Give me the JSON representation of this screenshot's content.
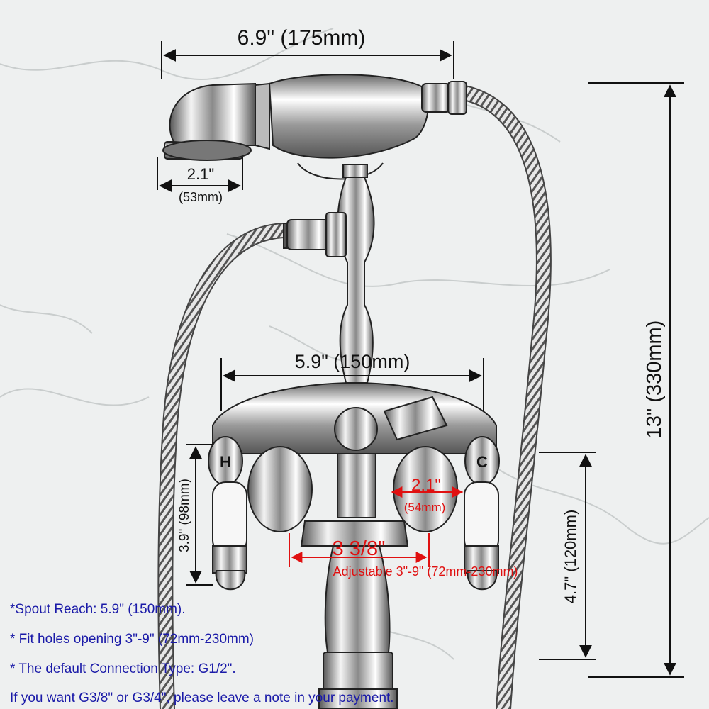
{
  "dimensions": {
    "handset_width": "6.9\" (175mm)",
    "head_diameter_in": "2.1\"",
    "head_diameter_mm": "(53mm)",
    "body_width": "5.9\" (150mm)",
    "total_height": "13\" (330mm)",
    "handle_height": "3.9\" (98mm)",
    "spout_height": "4.7\" (120mm)"
  },
  "highlight": {
    "diameter_in": "2.1\"",
    "diameter_mm": "(54mm)",
    "center_spacing": "3 3/8\"",
    "adjustable": "Adjustable 3\"-9\" (72mm-230mm)"
  },
  "handles": {
    "hot": "H",
    "cold": "C"
  },
  "notes": [
    "*Spout Reach: 5.9\" (150mm).",
    "* Fit holes opening 3\"-9\" (72mm-230mm)",
    "* The default Connection Type: G1/2\".",
    "If you want G3/8\" or G3/4\", please leave a note in your payment."
  ],
  "colors": {
    "dimension_text": "#111111",
    "highlight_text": "#e01010",
    "note_text": "#1a1aa8"
  }
}
